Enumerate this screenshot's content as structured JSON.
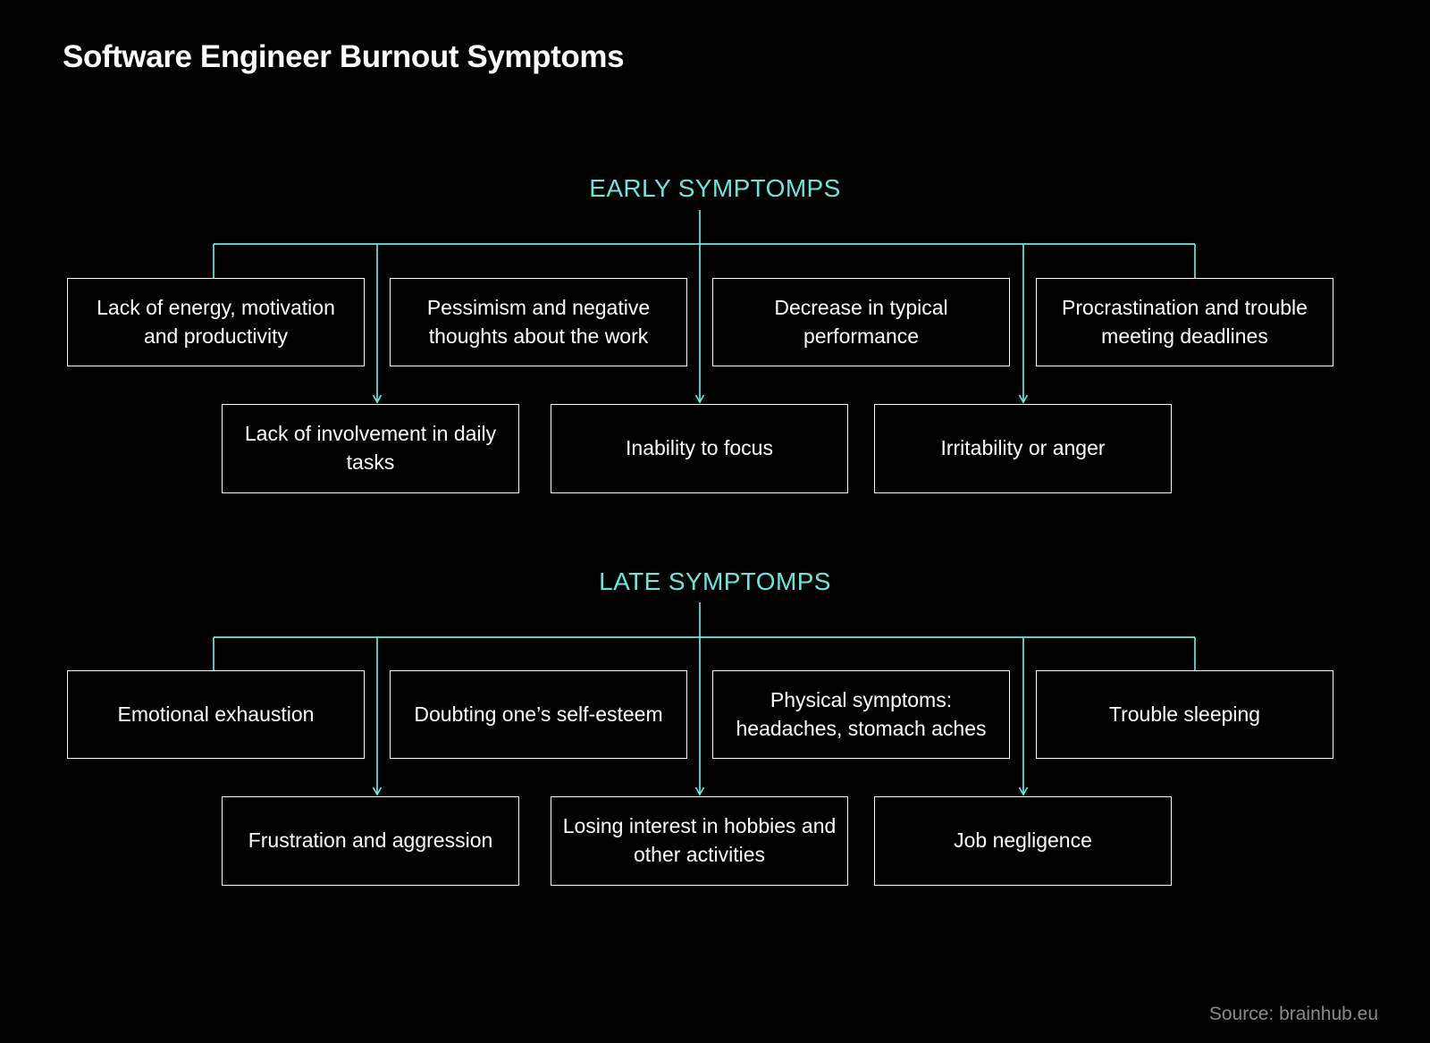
{
  "page": {
    "title": "Software Engineer Burnout Symptoms",
    "background_color": "#000000",
    "accent_color": "#68e8da",
    "box_border_color": "#ffffff",
    "text_color": "#ffffff",
    "source": "Source: brainhub.eu"
  },
  "sections": [
    {
      "label": "EARLY SYMPTOMPS",
      "row1": [
        {
          "text": "Lack of energy, motivation and productivity"
        },
        {
          "text": "Pessimism and negative thoughts about the work"
        },
        {
          "text": "Decrease in typical performance"
        },
        {
          "text": "Procrastination and trouble meeting deadlines"
        }
      ],
      "row2": [
        {
          "text": "Lack of involvement in daily tasks"
        },
        {
          "text": "Inability to focus"
        },
        {
          "text": "Irritability or anger"
        }
      ]
    },
    {
      "label": "LATE SYMPTOMPS",
      "row1": [
        {
          "text": "Emotional exhaustion"
        },
        {
          "text": "Doubting one’s self-esteem"
        },
        {
          "text": "Physical symptoms: headaches, stomach aches"
        },
        {
          "text": "Trouble sleeping"
        }
      ],
      "row2": [
        {
          "text": "Frustration and aggression"
        },
        {
          "text": "Losing interest in hobbies and other activities"
        },
        {
          "text": "Job negligence"
        }
      ]
    }
  ]
}
